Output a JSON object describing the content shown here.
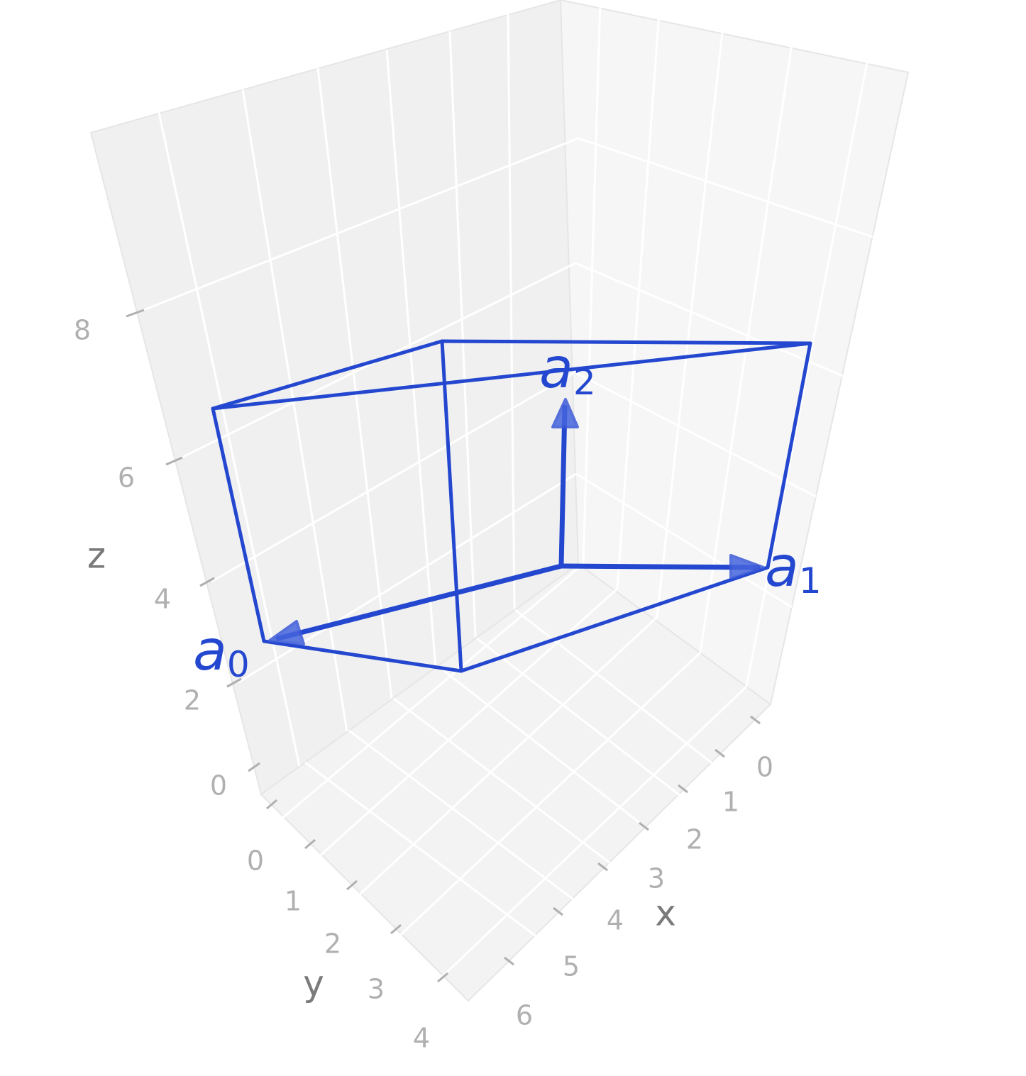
{
  "diagram": {
    "axes": {
      "x": {
        "title": "x",
        "ticks": [
          "0",
          "1",
          "2",
          "3",
          "4",
          "5",
          "6"
        ]
      },
      "y": {
        "title": "y",
        "ticks": [
          "0",
          "1",
          "2",
          "3",
          "4"
        ]
      },
      "z": {
        "title": "z",
        "ticks": [
          "0",
          "2",
          "4",
          "6",
          "8"
        ]
      }
    },
    "vectors": [
      {
        "id": "a0",
        "main": "a",
        "sub": "0"
      },
      {
        "id": "a1",
        "main": "a",
        "sub": "1"
      },
      {
        "id": "a2",
        "main": "a",
        "sub": "2"
      }
    ],
    "colors": {
      "vector": "#2447d0",
      "pane_back": "#f0f0f0",
      "pane_side": "#f6f6f6",
      "pane_floor": "#f3f3f3",
      "grid": "#ffffff",
      "tick_label": "#b0b0b0",
      "axis_title": "#7a7a7a"
    }
  }
}
